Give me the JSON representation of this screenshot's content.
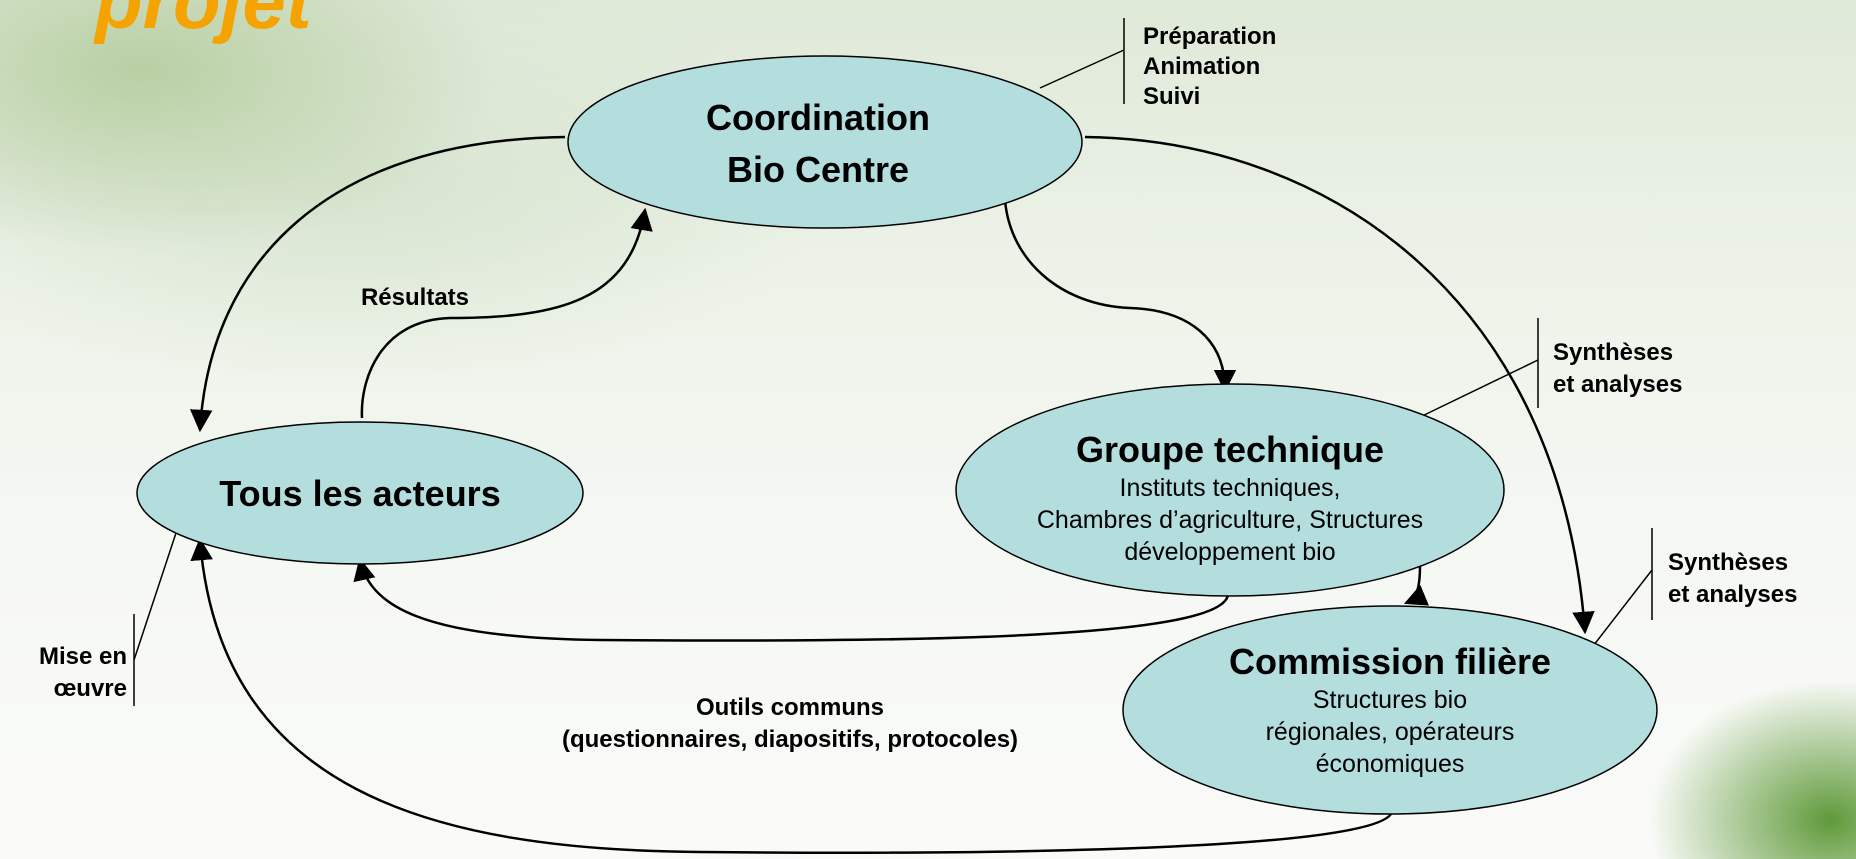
{
  "slide_title": "projet",
  "nodes": {
    "coordination": {
      "line1": "Coordination",
      "line2": "Bio Centre"
    },
    "acteurs": {
      "title": "Tous les acteurs"
    },
    "groupe": {
      "title": "Groupe technique",
      "sub1": "Instituts techniques,",
      "sub2": "Chambres d’agriculture, Structures",
      "sub3": "développement bio"
    },
    "commission": {
      "title": "Commission filière",
      "sub1": "Structures bio",
      "sub2": "régionales, opérateurs",
      "sub3": "économiques"
    }
  },
  "annotations": {
    "coordination": [
      "Préparation",
      "Animation",
      "Suivi"
    ],
    "groupe": [
      "Synthèses",
      "et  analyses"
    ],
    "commission": [
      "Synthèses",
      "et  analyses"
    ],
    "acteurs": [
      "Mise en",
      "œuvre"
    ]
  },
  "edge_labels": {
    "resultats": "Résultats",
    "outils_line1": "Outils communs",
    "outils_line2": "(questionnaires, diapositifs, protocoles)"
  },
  "colors": {
    "node_fill": "#b4dede",
    "title_orange": "#f5a300",
    "stroke": "#000000"
  }
}
